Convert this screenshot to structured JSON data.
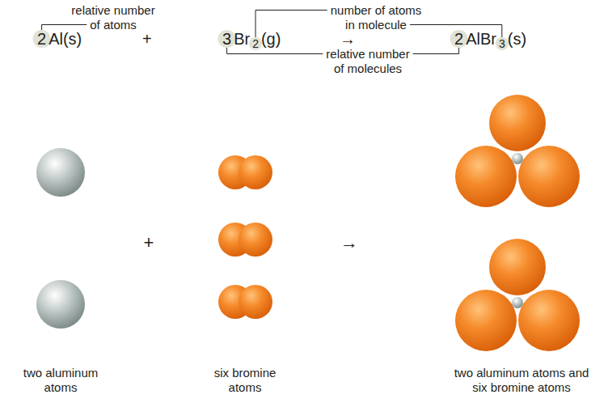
{
  "diagram": {
    "labels": [
      "relative number of atoms",
      "number of atoms in molecule",
      "2",
      "Al(s)",
      "+",
      "3",
      "Br",
      "2",
      "(g)",
      "→",
      "2",
      "AlBr",
      "3",
      "(s)",
      "relative number of molecules",
      "+",
      "→",
      "two aluminum atoms",
      "six bromine atoms",
      "two aluminum atoms and six bromine atoms"
    ]
  }
}
